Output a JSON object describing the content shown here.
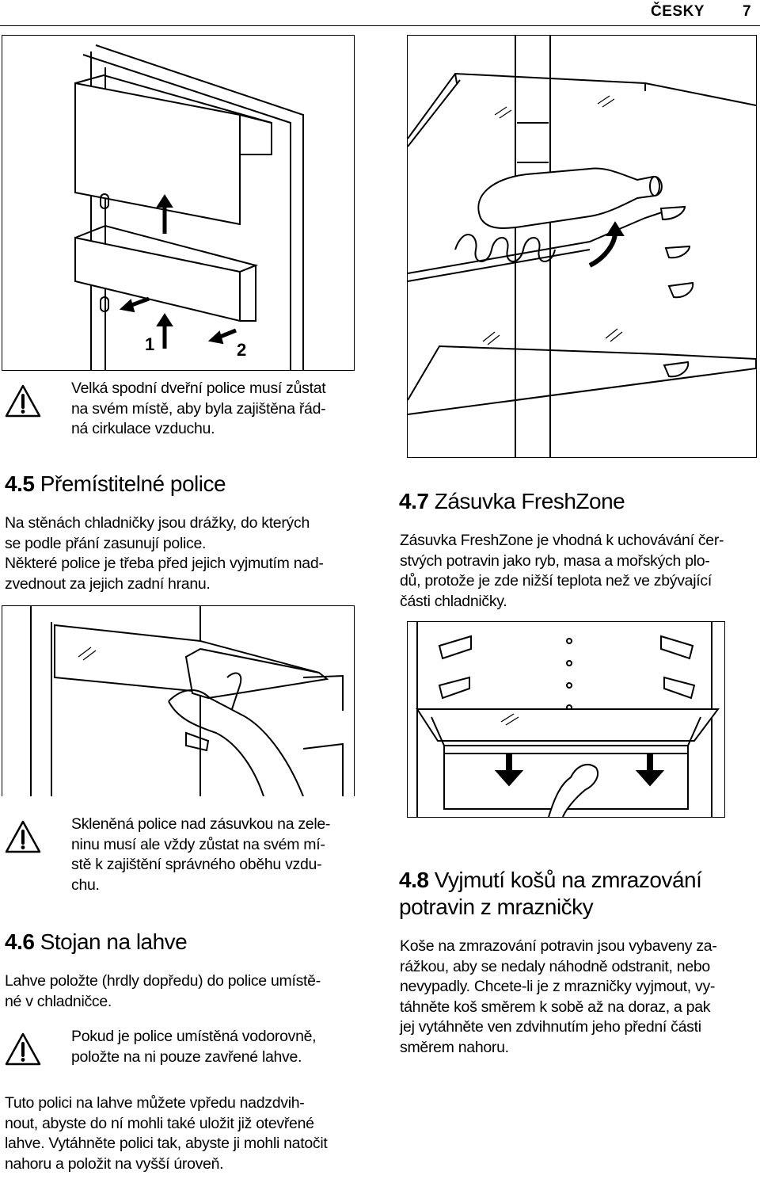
{
  "header": {
    "language": "ČESKY",
    "page_number": "7"
  },
  "figures": {
    "door_shelf": {
      "labels": [
        "1",
        "2"
      ]
    }
  },
  "warning_door_shelf": [
    "Velká spodní dveřní police musí zůstat",
    "na svém místě, aby byla zajištěna řád-",
    "ná cirkulace vzduchu."
  ],
  "section_4_5": {
    "number": "4.5",
    "title": " Přemístitelné police",
    "lines": [
      "Na stěnách chladničky jsou drážky, do kterých",
      "se podle přání zasunují police.",
      "Některé police je třeba před jejich vyjmutím nad-",
      "zvednout za jejich zadní hranu."
    ]
  },
  "section_4_7": {
    "number": "4.7",
    "title": " Zásuvka FreshZone",
    "lines": [
      "Zásuvka FreshZone je vhodná k uchovávání čer-",
      "stvých potravin jako ryb, masa a mořských plo-",
      "dů, protože je zde nižší teplota než ve zbývající",
      "části chladničky."
    ]
  },
  "warning_glass_shelf": [
    "Skleněná police nad zásuvkou na zele-",
    "ninu musí ale vždy zůstat na svém mí-",
    "stě k zajištění správného oběhu vzdu-",
    "chu."
  ],
  "section_4_6": {
    "number": "4.6",
    "title": " Stojan na lahve",
    "lines": [
      "Lahve položte (hrdly dopředu) do police umístě-",
      "né v chladničce."
    ]
  },
  "warning_bottle": [
    "Pokud je police umístěná vodorovně,",
    "položte na ni pouze zavřené lahve."
  ],
  "bottle_note": [
    "Tuto polici na lahve můžete vpředu nadzdvih-",
    "nout, abyste do ní mohli také uložit již otevřené",
    "lahve. Vytáhněte polici tak, abyste ji mohli natočit",
    "nahoru a položit na vyšší úroveň."
  ],
  "section_4_8": {
    "number": "4.8",
    "title_lines": [
      " Vyjmutí košů na zmrazování",
      "potravin z mrazničky"
    ],
    "lines": [
      "Koše na zmrazování potravin jsou vybaveny za-",
      "rážkou, aby se nedaly náhodně odstranit, nebo",
      "nevypadly. Chcete-li je z mrazničky vyjmout, vy-",
      "táhněte koš směrem k sobě až na doraz, a pak",
      "jej vytáhněte ven zdvihnutím jeho přední části",
      "směrem nahoru."
    ]
  }
}
